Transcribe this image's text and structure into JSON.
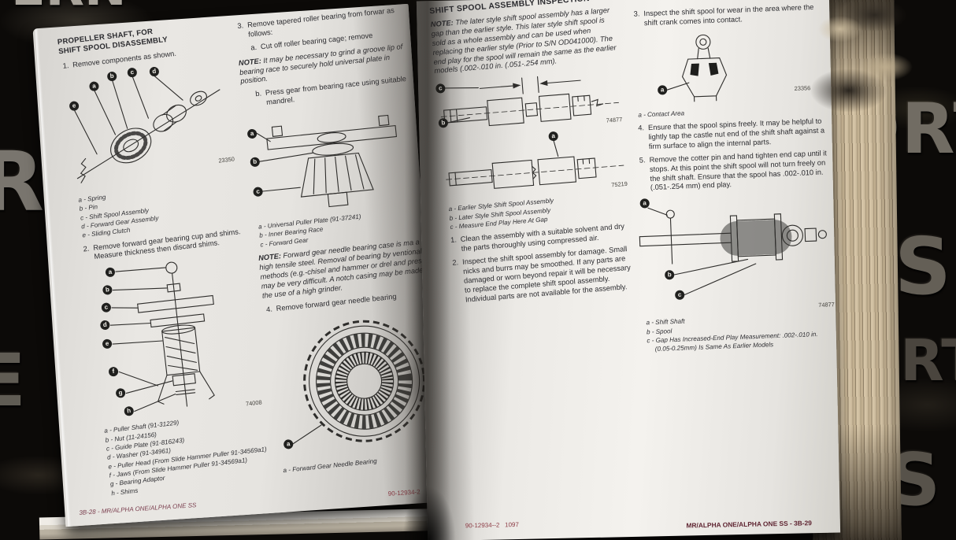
{
  "bg": {
    "letters": [
      "ERN",
      "ORTH",
      "S",
      "ORTH",
      "S",
      "R",
      "E"
    ]
  },
  "left_page": {
    "heading": {
      "line1": "PROPELLER SHAFT, FOR",
      "line2": "SHIFT SPOOL DISASSEMBLY"
    },
    "step1": {
      "num": "1.",
      "text": "Remove components as shown."
    },
    "fig1": {
      "number": "23350",
      "callouts": [
        "a",
        "b",
        "c",
        "d",
        "e"
      ],
      "labels": [
        "a - Spring",
        "b - Pin",
        "c - Shift Spool Assembly",
        "d - Forward Gear Assembly",
        "e - Sliding Clutch"
      ]
    },
    "step2": {
      "num": "2.",
      "text": "Remove forward gear bearing cup and shims. Measure thickness then discard shims."
    },
    "fig2": {
      "number": "74008",
      "callouts": [
        "a",
        "b",
        "c",
        "d",
        "e",
        "f",
        "g",
        "h"
      ],
      "labels": [
        "a - Puller Shaft (91-31229)",
        "b - Nut (11-24156)",
        "c - Guide Plate (91-816243)",
        "d - Washer (91-34961)",
        "e - Puller Head (From Slide Hammer Puller 91-34569a1)",
        "f - Jaws (From Slide Hammer Puller 91-34569a1)",
        "g - Bearing Adaptor",
        "h - Shims"
      ]
    },
    "step3": {
      "num": "3.",
      "text": "Remove tapered roller bearing from forwar as follows:"
    },
    "step3a": {
      "num": "a.",
      "text": "Cut off roller bearing cage; remove"
    },
    "note1": {
      "label": "NOTE:",
      "text": "It may be necessary to grind a groove lip of bearing race to securely hold universal plate in position."
    },
    "step3b": {
      "num": "b.",
      "text": "Press gear from bearing race using suitable mandrel."
    },
    "fig3": {
      "callouts": [
        "a",
        "b",
        "c"
      ],
      "labels": [
        "a - Universal Puller Plate (91-37241)",
        "b - Inner Bearing Race",
        "c - Forward Gear"
      ]
    },
    "note2": {
      "label": "NOTE:",
      "text": "Forward gear needle bearing case is ma a very high tensile steel. Removal of bearing by ventional methods (e.g.-chisel and hammer or drel and press) may be very difficult. A notch casing may be made with the use of a high grinder."
    },
    "step4": {
      "num": "4.",
      "text": "Remove forward gear needle bearing"
    },
    "fig4": {
      "callouts": [
        "a"
      ],
      "labels": [
        "a - Forward Gear Needle Bearing"
      ]
    },
    "footer_left": "3B-28 - MR/ALPHA ONE/ALPHA ONE SS",
    "footer_fold": "90-12934-2"
  },
  "right_page": {
    "header": "SHIFT SPOOL ASSEMBLY INSPECTION",
    "note": {
      "label": "NOTE:",
      "text": "The later style shift spool assembly has a larger gap than the earlier style. This later style shift spool is sold as a whole assembly and can be used when replacing the earlier style (Prior to S/N OD041000). The end play for the spool will remain the same as the earlier models (.002-.010 in. (.051-.254 mm)."
    },
    "fig5a": {
      "number": "74877",
      "callouts": [
        "c",
        "b"
      ]
    },
    "fig5b": {
      "number": "75219",
      "callouts": [
        "a"
      ],
      "labels": [
        "a - Earlier Style Shift Spool Assembly",
        "b - Later Style Shift Spool Assembly",
        "c - Measure End Play Here At Gap"
      ]
    },
    "step1": {
      "num": "1.",
      "text": "Clean the assembly with a suitable solvent and dry the parts thoroughly using compressed air."
    },
    "step2": {
      "num": "2.",
      "text": "Inspect the shift spool assembly for damage. Small nicks and burrs may be smoothed. If any parts are damaged or worn beyond repair it will be necessary to replace the complete shift spool assembly. Individual parts are not available for the assembly."
    },
    "step3": {
      "num": "3.",
      "text": "Inspect the shift spool for wear in the area where the shift crank comes into contact."
    },
    "fig6": {
      "number": "23356",
      "callouts": [
        "a"
      ],
      "labels": [
        "a - Contact Area"
      ]
    },
    "step4": {
      "num": "4.",
      "text": "Ensure that the spool spins freely. It may be helpful to lightly tap the castle nut end of the shift shaft against a firm surface to align the internal parts."
    },
    "step5": {
      "num": "5.",
      "text": "Remove the cotter pin and hand tighten end cap until it stops. At this point the shift spool will not turn freely on the shift shaft. Ensure that the spool has .002-.010 in. (.051-.254 mm) end play."
    },
    "fig7": {
      "number": "74877",
      "callouts": [
        "a",
        "b",
        "c"
      ],
      "labels": [
        "a - Shift Shaft",
        "b - Spool",
        "c - Gap Has Increased-End Play Measurement: .002-.010 in. (0.05-0.25mm) Is Same As Earlier Models"
      ]
    },
    "footer_center": "90-12934--2   1097",
    "footer_right": "MR/ALPHA ONE/ALPHA ONE SS - 3B-29"
  }
}
